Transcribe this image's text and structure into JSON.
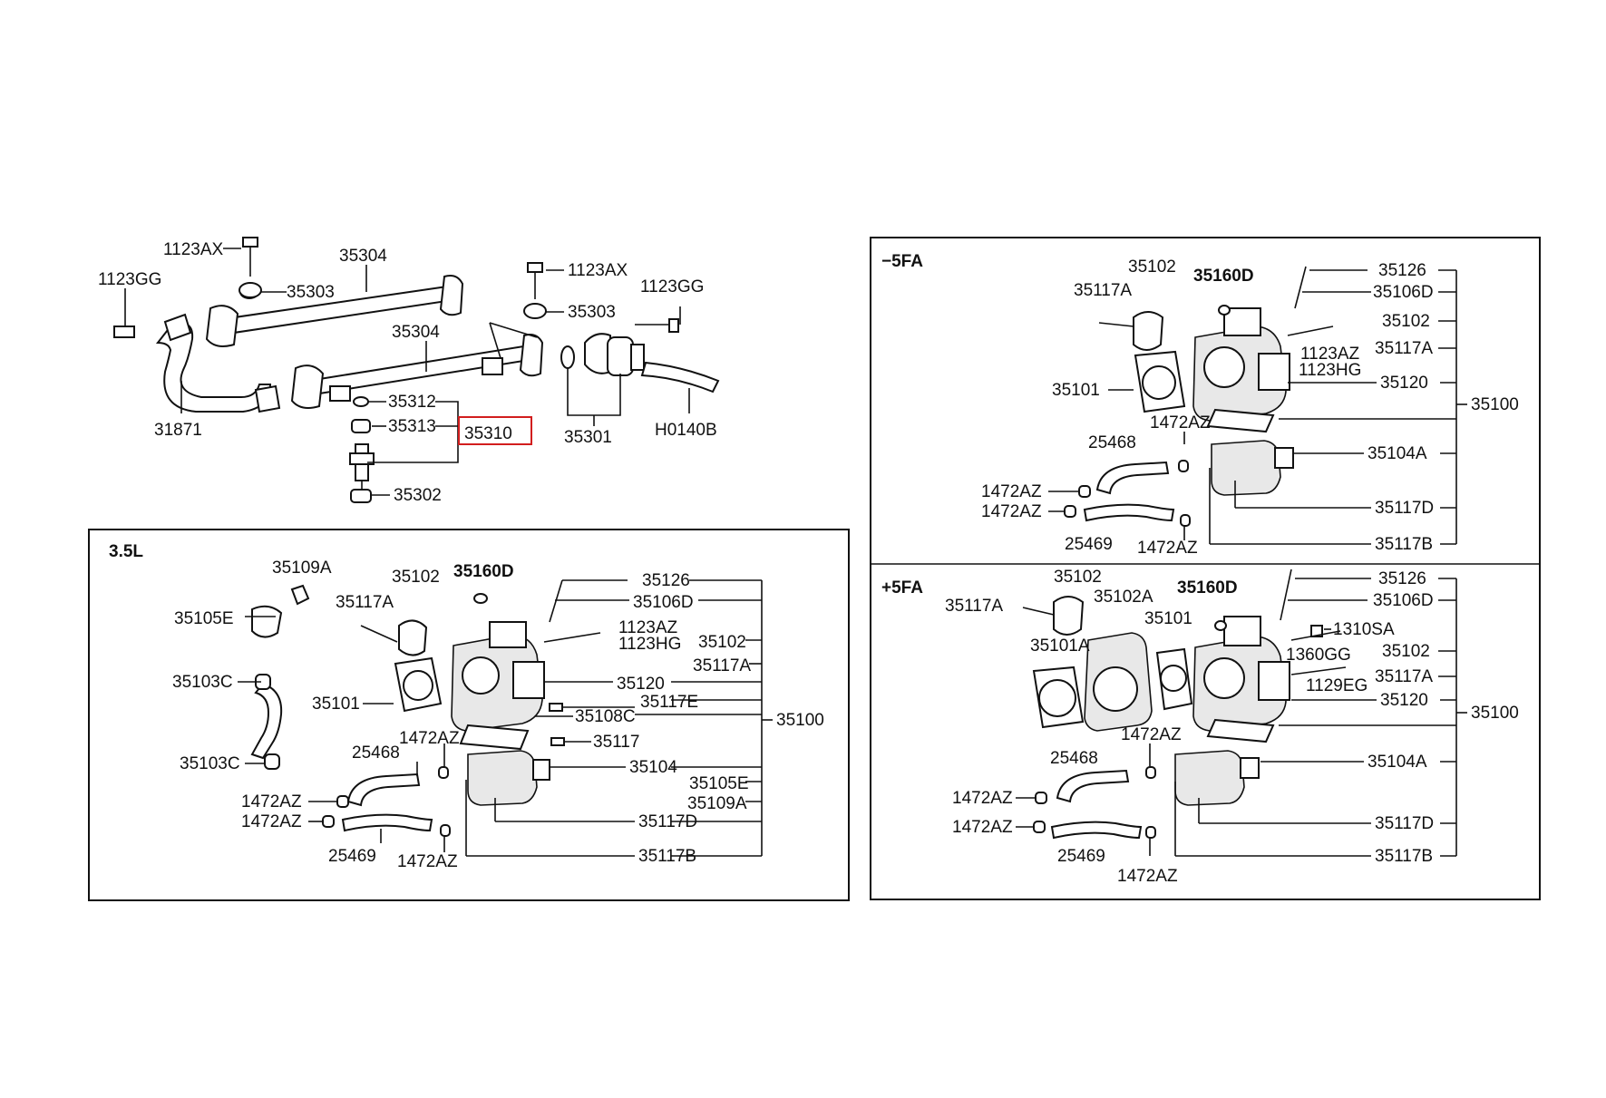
{
  "sections": {
    "s35": "3.5L",
    "m5fa": "−5FA",
    "p5fa": "+5FA"
  },
  "highlight_color": "#d21e1e",
  "top": {
    "l1123ax_a": "1123AX",
    "l35304_a": "35304",
    "l1123gg_a": "1123GG",
    "l35303_a": "35303",
    "l1123ax_b": "1123AX",
    "l35303_b": "35303",
    "l1123gg_b": "1123GG",
    "l35304_b": "35304",
    "l35312": "35312",
    "l35313": "35313",
    "l35310": "35310",
    "l35301": "35301",
    "lh0140b": "H0140B",
    "l31871": "31871",
    "l35302": "35302"
  },
  "s35": {
    "l35109a": "35109A",
    "l35102": "35102",
    "l35160d": "35160D",
    "l35126": "35126",
    "l35105e": "35105E",
    "l35117a": "35117A",
    "l35106d": "35106D",
    "l1123az": "1123AZ",
    "l1123hg": "1123HG",
    "l35102r": "35102",
    "l35117ar": "35117A",
    "l35103c_a": "35103C",
    "l35101": "35101",
    "l35120": "35120",
    "l35117e": "35117E",
    "l35108c": "35108C",
    "l35100": "35100",
    "l35103c_b": "35103C",
    "l1472az_a": "1472AZ",
    "l35117": "35117",
    "l25468": "25468",
    "l35104": "35104",
    "l35105er": "35105E",
    "l1472az_b": "1472AZ",
    "l35109ar": "35109A",
    "l1472az_c": "1472AZ",
    "l35117d": "35117D",
    "l25469": "25469",
    "l1472az_d": "1472AZ",
    "l35117b": "35117B"
  },
  "m5fa": {
    "l35102": "35102",
    "l35160d": "35160D",
    "l35126": "35126",
    "l35117a": "35117A",
    "l35106d": "35106D",
    "l35102r": "35102",
    "l1123az": "1123AZ",
    "l35117ar": "35117A",
    "l1123hg": "1123HG",
    "l35101": "35101",
    "l35120": "35120",
    "l35100": "35100",
    "l1472az_a": "1472AZ",
    "l25468": "25468",
    "l35104a": "35104A",
    "l1472az_b": "1472AZ",
    "l1472az_c": "1472AZ",
    "l35117d": "35117D",
    "l25469": "25469",
    "l1472az_d": "1472AZ",
    "l35117b": "35117B"
  },
  "p5fa": {
    "l35102t": "35102",
    "l35126": "35126",
    "l35102a": "35102A",
    "l35160d": "35160D",
    "l35117a": "35117A",
    "l35106d": "35106D",
    "l35101": "35101",
    "l1310sa": "1310SA",
    "l35101a": "35101A",
    "l1360gg": "1360GG",
    "l35102r": "35102",
    "l35117ar": "35117A",
    "l1129eg": "1129EG",
    "l35120": "35120",
    "l35100": "35100",
    "l1472az_a": "1472AZ",
    "l25468": "25468",
    "l35104a": "35104A",
    "l1472az_b": "1472AZ",
    "l35117d": "35117D",
    "l1472az_c": "1472AZ",
    "l25469": "25469",
    "l35117b": "35117B",
    "l1472az_d": "1472AZ"
  }
}
